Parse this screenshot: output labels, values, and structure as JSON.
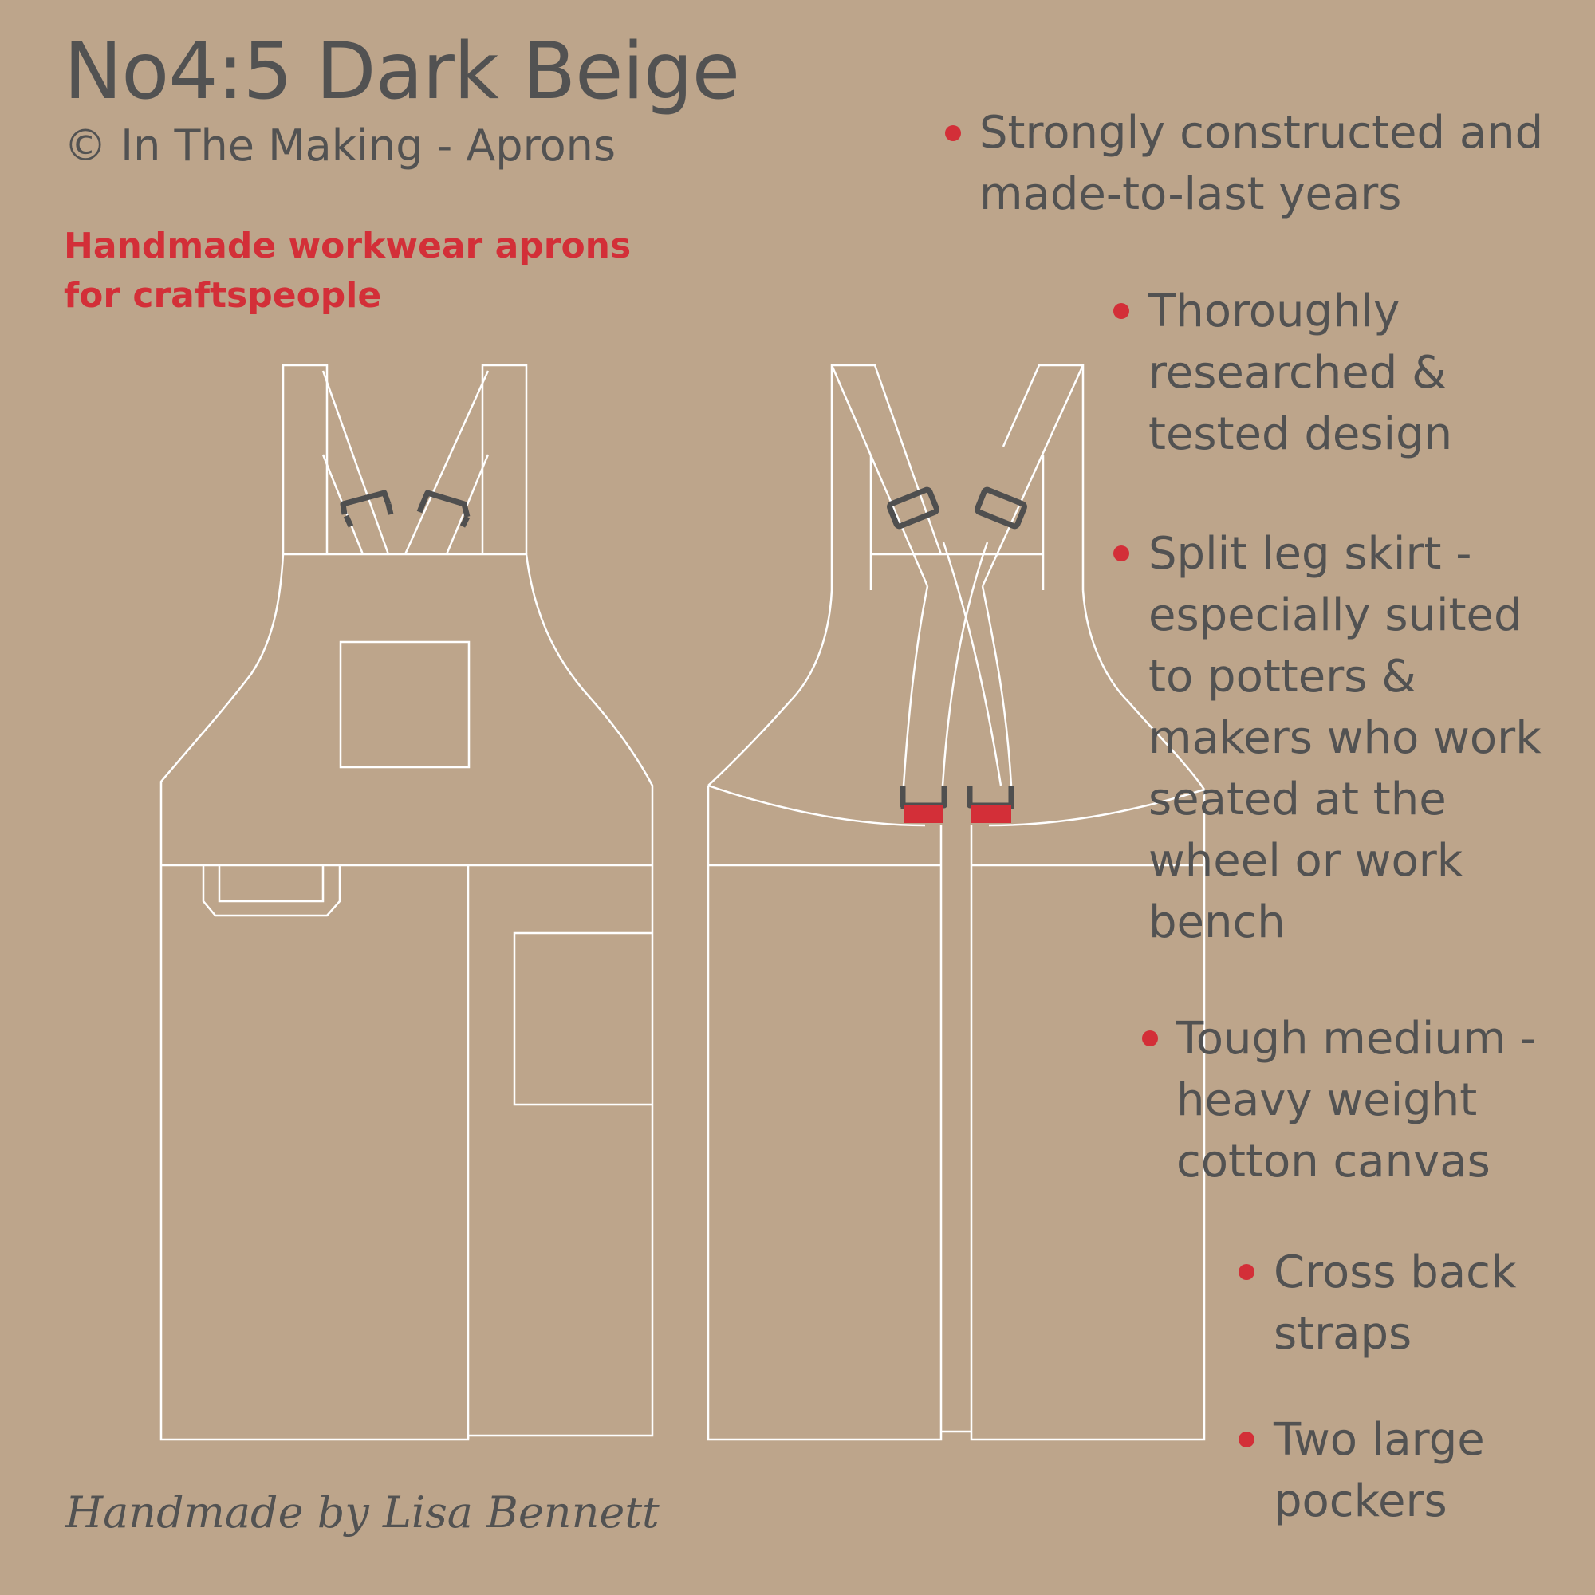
{
  "header": {
    "title": "No4:5 Dark Beige",
    "subtitle": "© In The Making - Aprons",
    "tagline": "Handmade workwear aprons\nfor craftspeople"
  },
  "features": [
    "Strongly constructed and\nmade-to-last years",
    "Thoroughly\nresearched &\ntested design",
    "Split leg skirt -\nespecially suited\nto potters &\nmakers who work\nseated at the\nwheel or work\nbench",
    "Tough medium -\nheavy weight\ncotton canvas",
    "Cross back\nstraps",
    "Two large\npockers"
  ],
  "footer": {
    "signature": "Handmade by Lisa Bennett"
  },
  "colors": {
    "background": "#bda58b",
    "text": "#525252",
    "accent": "#d32f38",
    "outline": "#ffffff",
    "buckle": "#4f4f4f"
  }
}
